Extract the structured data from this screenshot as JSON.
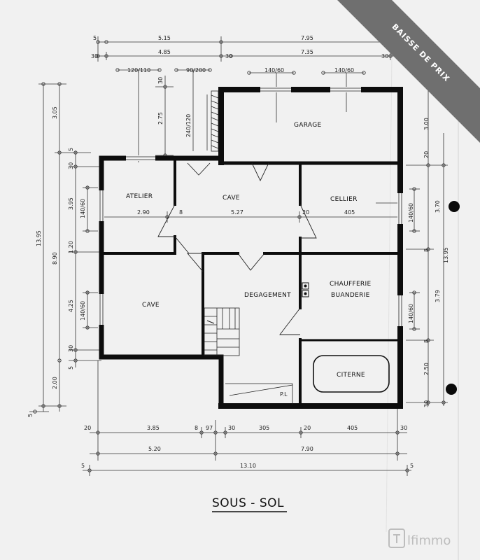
{
  "title": "SOUS - SOL",
  "ribbon": "BAISSE DE PRIX",
  "watermark": "lfimmo",
  "rooms": {
    "garage": "GARAGE",
    "atelier": "ATELIER",
    "cave_center": "CAVE",
    "cellier": "CELLIER",
    "cave_left": "CAVE",
    "degagement": "DEGAGEMENT",
    "chaufferie_1": "CHAUFFERIE",
    "chaufferie_2": "BUANDERIE",
    "citerne": "CITERNE",
    "pl": "P.L"
  },
  "dims_top": {
    "a5": "5",
    "a515": "5.15",
    "a795": "7.95",
    "b30": "30",
    "b485": "4.85",
    "b30m": "30",
    "b735": "7.35",
    "b30r": "30",
    "w1": "120/110",
    "w2": "90/200",
    "w3": "140/60",
    "w4": "140/60"
  },
  "dims_inner": {
    "d290": "2.90",
    "d8": "8",
    "d527": "5.27",
    "d20": "20",
    "d405": "405"
  },
  "dims_bottom": {
    "c20": "20",
    "c385": "3.85",
    "c8": "8",
    "c97": "97",
    "c30": "30",
    "c305": "305",
    "c20b": "20",
    "c405": "405",
    "c30b": "30",
    "c520": "5.20",
    "c790": "7.90",
    "e5": "5",
    "e1310": "13.10",
    "e5b": "5"
  },
  "dims_left": {
    "l1395": "13.95",
    "l305": "3.05",
    "l890": "8.90",
    "l200": "2.00",
    "l5": "5",
    "m5": "5",
    "m30": "30",
    "m395": "3.95",
    "m120": "1.20",
    "m425": "4.25",
    "m30b": "30",
    "m5b": "5",
    "w140a": "140/60",
    "w140b": "140/60",
    "w240": "240/120",
    "s30": "30",
    "s275": "2.75"
  },
  "dims_right": {
    "r300": "3.00",
    "r20": "20",
    "r370": "3.70",
    "r8": "8",
    "r379": "3.79",
    "r8b": "8",
    "r250": "2.50",
    "r30": "30",
    "r1395": "13.95",
    "w140c": "140/60",
    "w140d": "140/60"
  }
}
